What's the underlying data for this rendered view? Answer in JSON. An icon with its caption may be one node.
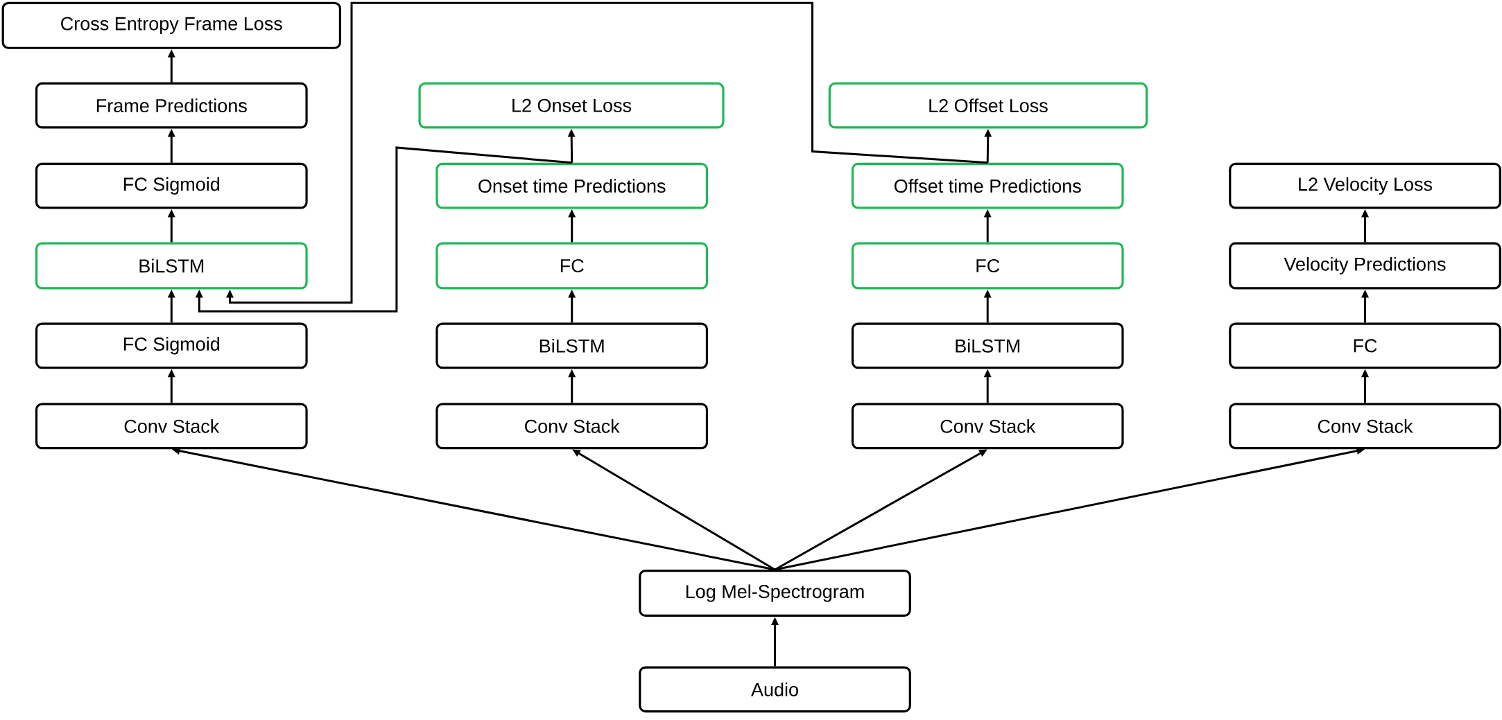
{
  "diagram": {
    "nodes": [
      {
        "text": [
          "Cross Entropy Frame Loss"
        ]
      },
      {
        "text": [
          "Frame Predictions"
        ]
      },
      {
        "text": [
          "L2 Onset Loss"
        ]
      },
      {
        "text": [
          "L2 Offset Loss"
        ]
      },
      {
        "text": [
          "FC Sigmoid"
        ]
      },
      {
        "text": [
          "Onset time Predictions"
        ]
      },
      {
        "text": [
          "Offset time Predictions"
        ]
      },
      {
        "text": [
          "L2 Velocity Loss"
        ]
      },
      {
        "text": [
          "BiLSTM"
        ]
      },
      {
        "text": [
          "FC"
        ]
      },
      {
        "text": [
          "FC"
        ]
      },
      {
        "text": [
          "Velocity Predictions"
        ]
      },
      {
        "text": [
          "FC Sigmoid"
        ]
      },
      {
        "text": [
          "BiLSTM"
        ]
      },
      {
        "text": [
          "BiLSTM"
        ]
      },
      {
        "text": [
          "FC"
        ]
      },
      {
        "text": [
          "Conv Stack"
        ]
      },
      {
        "text": [
          "Conv Stack"
        ]
      },
      {
        "text": [
          "Conv Stack"
        ]
      },
      {
        "text": [
          "Conv Stack"
        ]
      },
      {
        "text": [
          "Log Mel-Spectrogram"
        ]
      },
      {
        "text": [
          "Audio"
        ]
      }
    ],
    "edges": [
      {
        "from": 21,
        "to": 20,
        "arrow": "to"
      },
      {
        "from": 20,
        "to": 16,
        "arrow": "to"
      },
      {
        "from": 20,
        "to": 17,
        "arrow": "to"
      },
      {
        "from": 20,
        "to": 18,
        "arrow": "to"
      },
      {
        "from": 20,
        "to": 19,
        "arrow": "to"
      },
      {
        "from": 16,
        "to": 12,
        "arrow": "to"
      },
      {
        "from": 12,
        "to": 8,
        "arrow": "to"
      },
      {
        "from": 8,
        "to": 4,
        "arrow": "to"
      },
      {
        "from": 4,
        "to": 1,
        "arrow": "to"
      },
      {
        "from": 1,
        "to": 0,
        "arrow": "to"
      },
      {
        "from": 17,
        "to": 13,
        "arrow": "to"
      },
      {
        "from": 13,
        "to": 9,
        "arrow": "to"
      },
      {
        "from": 9,
        "to": 5,
        "arrow": "to"
      },
      {
        "from": 5,
        "to": 2,
        "arrow": "to"
      },
      {
        "from": 18,
        "to": 14,
        "arrow": "to"
      },
      {
        "from": 14,
        "to": 10,
        "arrow": "to"
      },
      {
        "from": 10,
        "to": 6,
        "arrow": "to"
      },
      {
        "from": 6,
        "to": 3,
        "arrow": "to"
      },
      {
        "from": 19,
        "to": 15,
        "arrow": "to"
      },
      {
        "from": 15,
        "to": 11,
        "arrow": "to"
      },
      {
        "from": 11,
        "to": 7,
        "arrow": "to"
      },
      {
        "from": 5,
        "to": 8,
        "arrow": "to"
      },
      {
        "from": 6,
        "to": 8,
        "arrow": "to"
      }
    ]
  }
}
